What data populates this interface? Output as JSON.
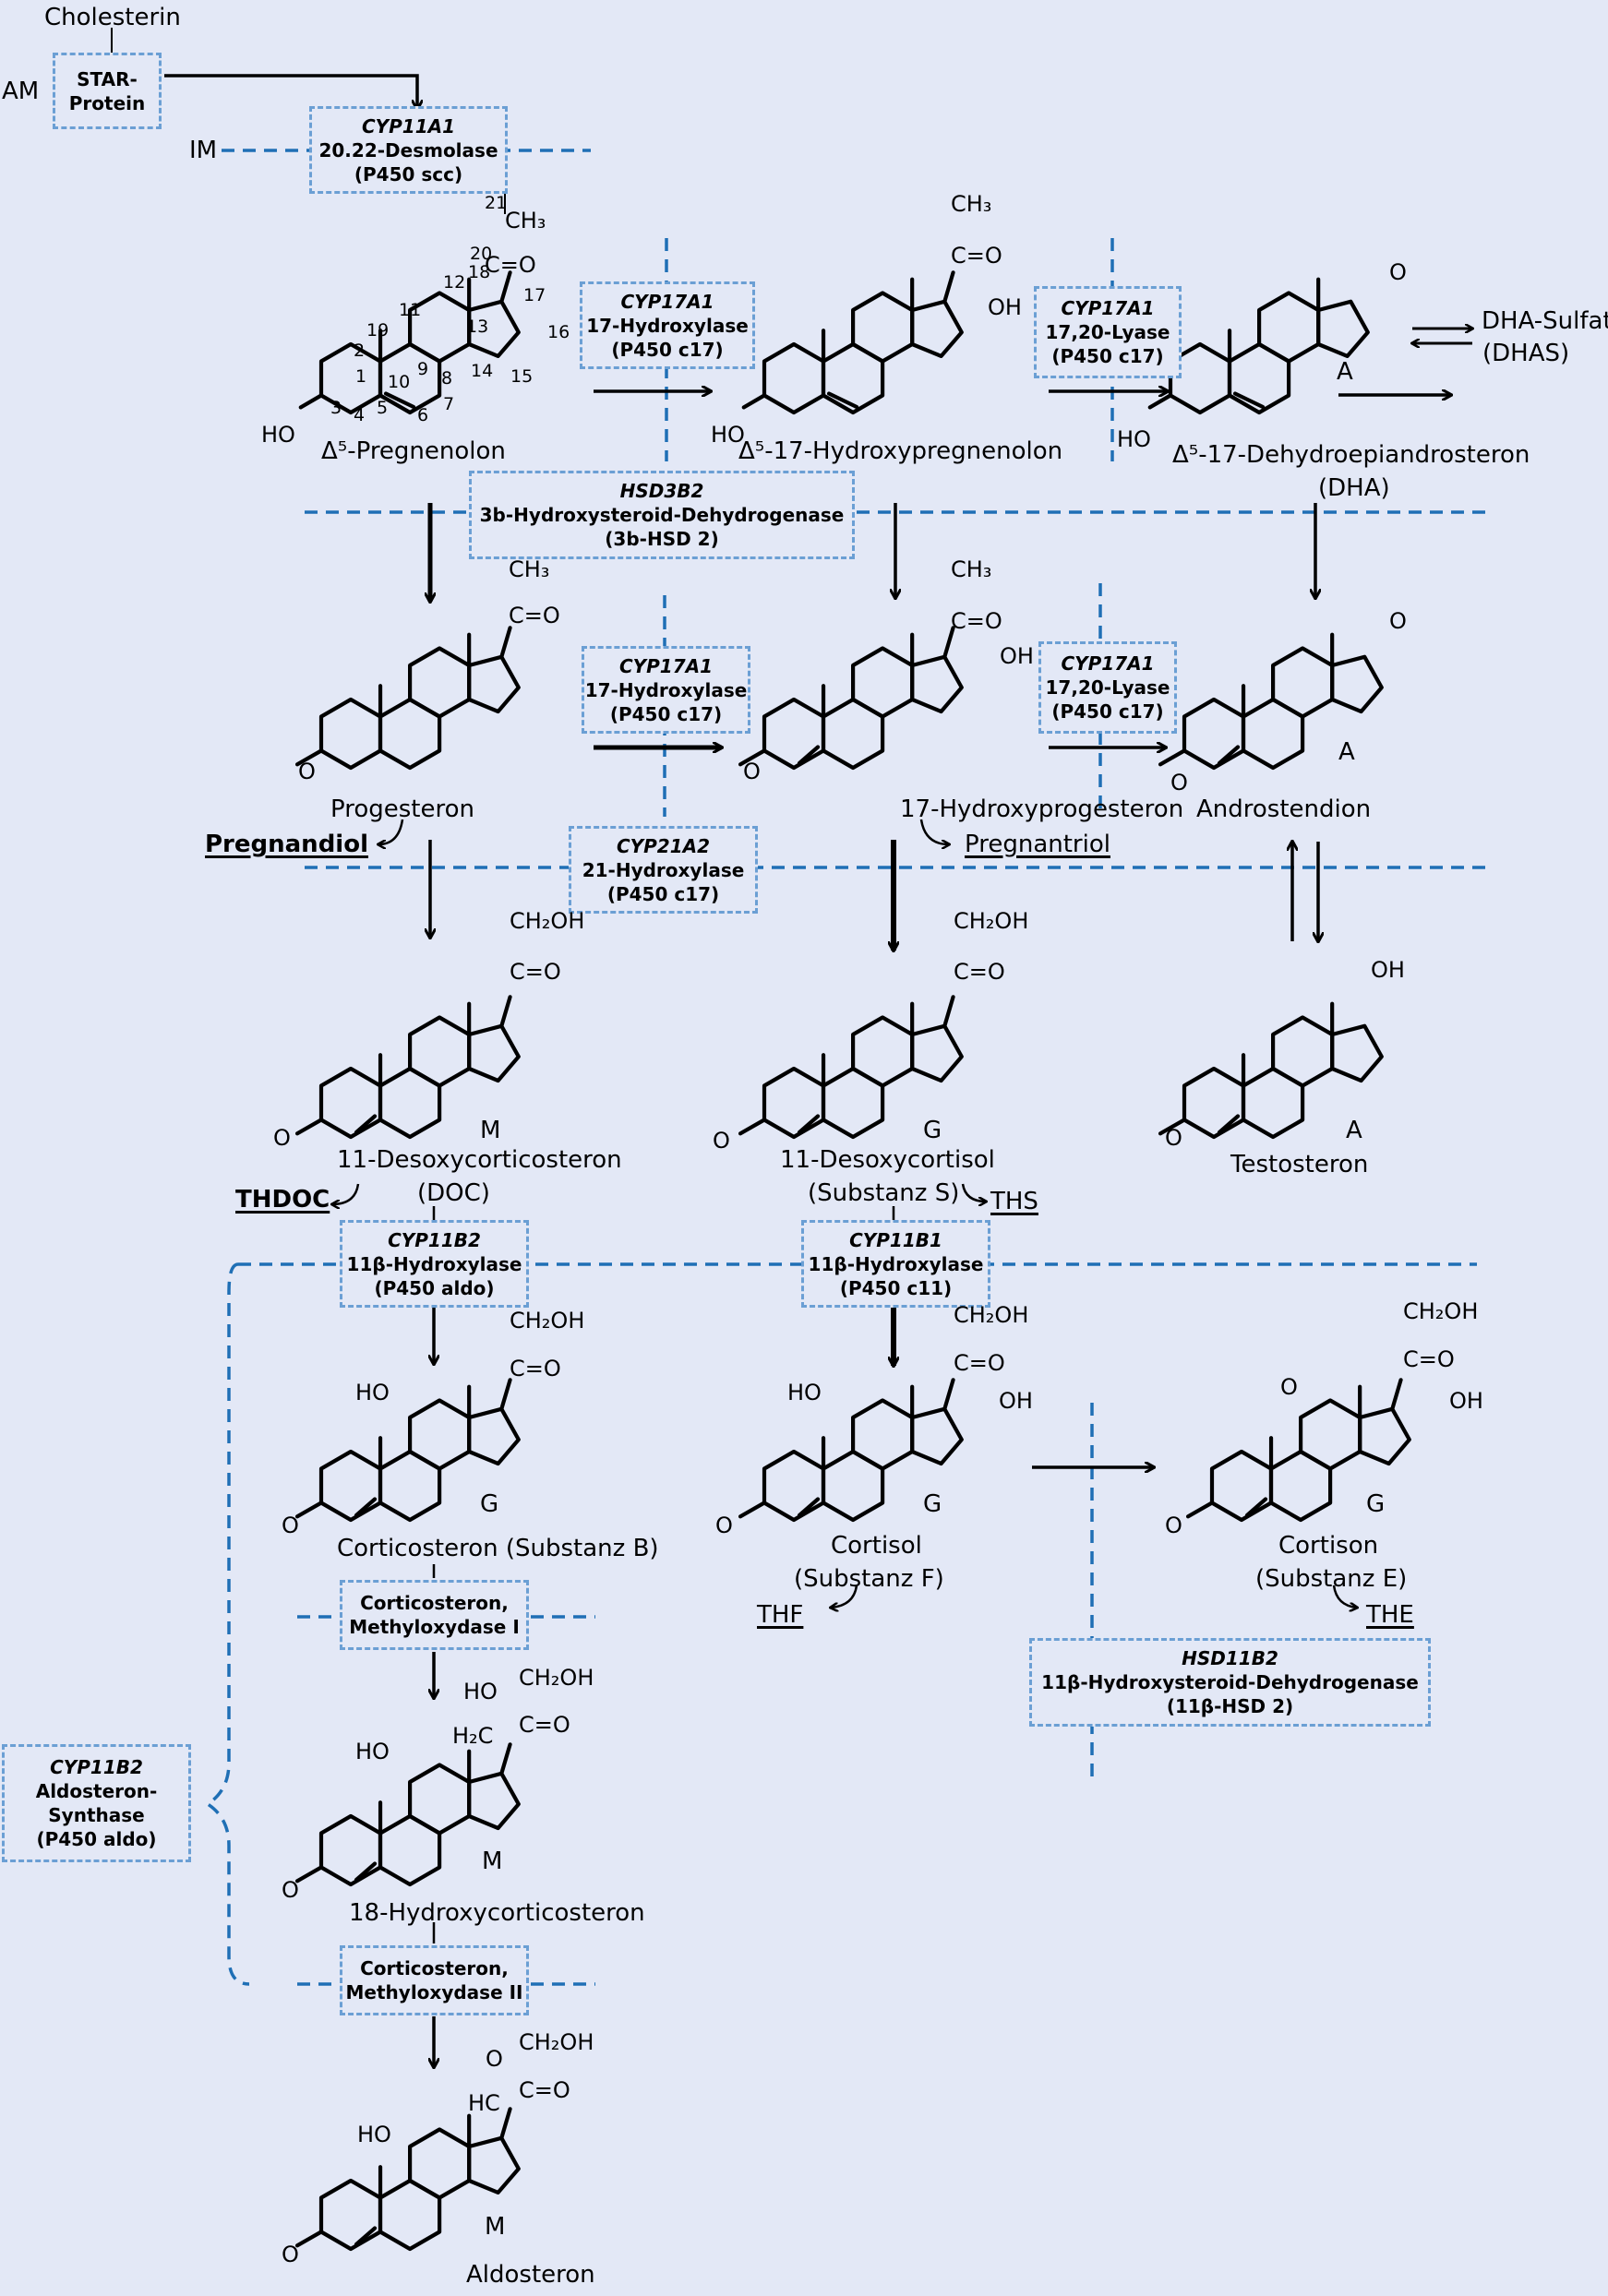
{
  "top": {
    "cholesterol": "Cholesterin",
    "am": "AM",
    "im": "IM"
  },
  "enzymes": {
    "star": {
      "line1": "STAR-",
      "line2": "Protein"
    },
    "cyp11a1": {
      "gene": "CYP11A1",
      "name": "20.22-Desmolase",
      "sub": "(P450 scc)"
    },
    "cyp17_hydroxylase": {
      "gene": "CYP17A1",
      "name": "17-Hydroxylase",
      "sub": "(P450 c17)"
    },
    "cyp17_lyase": {
      "gene": "CYP17A1",
      "name": "17,20-Lyase",
      "sub": "(P450 c17)"
    },
    "hsd3b2": {
      "gene": "HSD3B2",
      "name": "3b-Hydroxysteroid-Dehydrogenase",
      "sub": "(3b-HSD 2)"
    },
    "cyp21a2": {
      "gene": "CYP21A2",
      "name": "21-Hydroxylase",
      "sub": "(P450 c17)"
    },
    "cyp11b2": {
      "gene": "CYP11B2",
      "name": "11β-Hydroxylase",
      "sub": "(P450 aldo)"
    },
    "cyp11b1": {
      "gene": "CYP11B1",
      "name": "11β-Hydroxylase",
      "sub": "(P450 c11)"
    },
    "mox1": {
      "line1": "Corticosteron,",
      "line2": "Methyloxydase I"
    },
    "mox2": {
      "line1": "Corticosteron,",
      "line2": "Methyloxydase II"
    },
    "aldo_synthase": {
      "gene": "CYP11B2",
      "line1": "Aldosteron-",
      "line2": "Synthase",
      "sub": "(P450 aldo)"
    },
    "hsd11b2": {
      "gene": "HSD11B2",
      "name": "11β-Hydroxysteroid-Dehydrogenase",
      "sub": "(11β-HSD 2)"
    }
  },
  "compounds": {
    "pregnenolone": "Δ⁵-Pregnenolon",
    "hydroxypregnenolone": "Δ⁵-17-Hydroxypregnenolon",
    "dha": "Δ⁵-17-Dehydroepiandrosteron",
    "dha_abbr": "(DHA)",
    "dhas_line1": "DHA-Sulfat",
    "dhas_line2": "(DHAS)",
    "progesterone": "Progesteron",
    "hydroxyprogesterone": "17-Hydroxyprogesteron",
    "androstenedione": "Androstendion",
    "doc_line1": "11-Desoxycorticosteron",
    "doc_line2": "(DOC)",
    "desoxycortisol_line1": "11-Desoxycortisol",
    "desoxycortisol_line2": "(Substanz S)",
    "testosterone": "Testosteron",
    "corticosterone": "Corticosteron (Substanz B)",
    "cortisol_line1": "Cortisol",
    "cortisol_line2": "(Substanz F)",
    "cortisone_line1": "Cortison",
    "cortisone_line2": "(Substanz E)",
    "hydroxycorticosterone": "18-Hydroxycorticosteron",
    "aldosterone": "Aldosteron"
  },
  "metabolites": {
    "pregnandiol": "Pregnandiol",
    "pregnantriol": "Pregnantriol",
    "thdoc": "THDOC",
    "ths": "THS",
    "thf": "THF",
    "the": "THE"
  },
  "class_letters": {
    "androgen": "A",
    "mineralocorticoid": "M",
    "glucocorticoid": "G"
  },
  "atoms": {
    "ho": "HO",
    "oh": "OH",
    "o": "O",
    "ch3": "CH₃",
    "c_eq_o": "C=O",
    "ch2oh": "CH₂OH",
    "h2c": "H₂C",
    "hc": "HC"
  },
  "carbon_numbers": [
    "1",
    "2",
    "3",
    "4",
    "5",
    "6",
    "7",
    "8",
    "9",
    "10",
    "11",
    "12",
    "13",
    "14",
    "15",
    "16",
    "17",
    "18",
    "19",
    "20",
    "21"
  ],
  "colors": {
    "background": "#e3e8f6",
    "dashed_line": "#1f6fb5",
    "box_border": "#6b9fd4",
    "ink": "#000000"
  }
}
